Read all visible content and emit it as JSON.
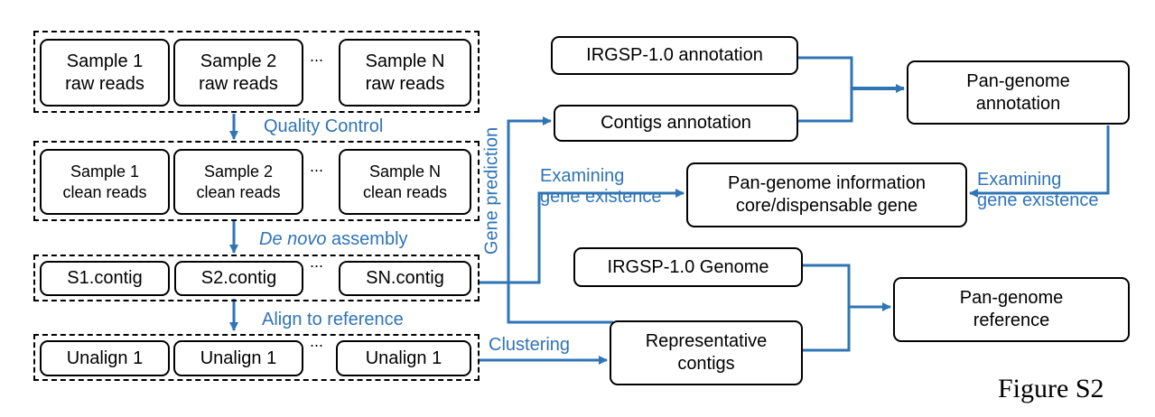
{
  "row1": {
    "box1": {
      "line1": "Sample 1",
      "line2": "raw reads"
    },
    "box2": {
      "line1": "Sample 2",
      "line2": "raw reads"
    },
    "ellipsis": "...",
    "box3": {
      "line1": "Sample N",
      "line2": "raw reads"
    }
  },
  "row2": {
    "box1": {
      "line1": "Sample 1",
      "line2": "clean reads"
    },
    "box2": {
      "line1": "Sample 2",
      "line2": "clean reads"
    },
    "ellipsis": "...",
    "box3": {
      "line1": "Sample N",
      "line2": "clean reads"
    }
  },
  "row3": {
    "box1": "S1.contig",
    "box2": "S2.contig",
    "ellipsis": "...",
    "box3": "SN.contig"
  },
  "row4": {
    "box1": "Unalign 1",
    "box2": "Unalign 1",
    "ellipsis": "...",
    "box3": "Unalign 1"
  },
  "steps": {
    "quality_control": "Quality Control",
    "de_novo_italic": "De novo",
    "de_novo_rest": " assembly",
    "align": "Align to reference",
    "clustering": "Clustering",
    "gene_prediction": "Gene prediction",
    "examining_left_1": "Examining",
    "examining_left_2": "gene existence",
    "examining_right_1": "Examining",
    "examining_right_2": "gene existence"
  },
  "nodes": {
    "irgsp_annotation": "IRGSP-1.0 annotation",
    "contigs_annotation": "Contigs annotation",
    "pan_annotation_1": "Pan-genome",
    "pan_annotation_2": "annotation",
    "pan_info_1": "Pan-genome information",
    "pan_info_2": "core/dispensable gene",
    "irgsp_genome": "IRGSP-1.0 Genome",
    "representative_1": "Representative",
    "representative_2": "contigs",
    "pan_reference_1": "Pan-genome",
    "pan_reference_2": "reference"
  },
  "figure_label": "Figure S2",
  "colors": {
    "arrow": "#2f74b5",
    "box_border": "#000000",
    "label": "#2f74b5"
  }
}
